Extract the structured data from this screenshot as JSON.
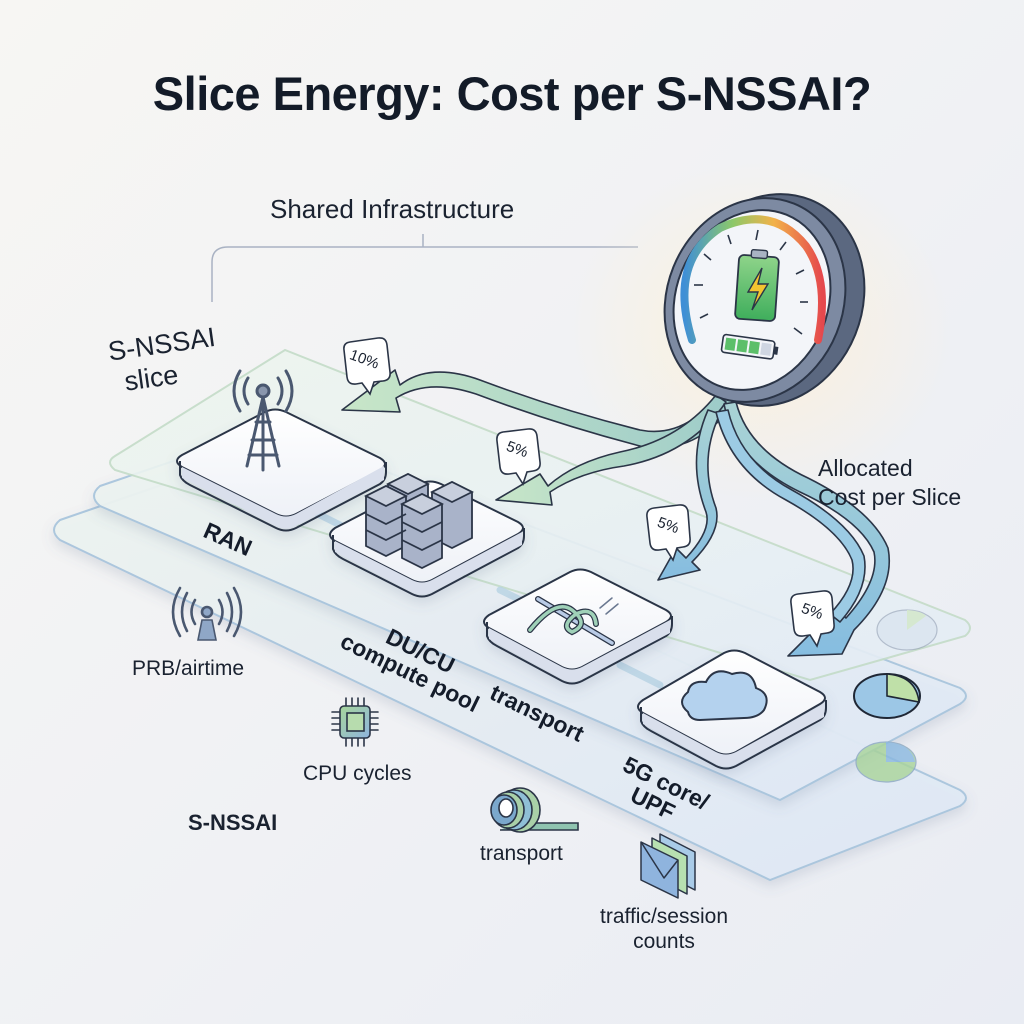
{
  "title": "Slice Energy: Cost per S-NSSAI?",
  "labels": {
    "shared_infrastructure": "Shared Infrastructure",
    "snssai_slice_line1": "S-NSSAI",
    "snssai_slice_line2": "slice",
    "allocated_line1": "Allocated",
    "allocated_line2": "Cost per Slice",
    "snssai_bottom": "S-NSSAI"
  },
  "nodes": [
    {
      "id": "ran",
      "label": "RAN",
      "icon": "cell-tower-icon"
    },
    {
      "id": "du_cu",
      "label_line1": "DU/CU",
      "label_line2": "compute pool",
      "icon": "server-stack-icon"
    },
    {
      "id": "transport",
      "label": "transport",
      "icon": "fiber-knot-icon"
    },
    {
      "id": "core",
      "label_line1": "5G core/",
      "label_line2": "UPF",
      "icon": "cloud-icon"
    }
  ],
  "allocations": [
    {
      "target": "ran",
      "percent": "10%"
    },
    {
      "target": "du_cu",
      "percent": "5%"
    },
    {
      "target": "transport",
      "percent": "5%"
    },
    {
      "target": "core",
      "percent": "5%"
    }
  ],
  "metrics": [
    {
      "id": "prb",
      "label": "PRB/airtime",
      "icon": "radio-signal-icon"
    },
    {
      "id": "cpu",
      "label": "CPU cycles",
      "icon": "cpu-chip-icon"
    },
    {
      "id": "transport",
      "label": "transport",
      "icon": "fiber-coil-icon"
    },
    {
      "id": "traffic",
      "label_line1": "traffic/session",
      "label_line2": "counts",
      "icon": "envelope-stack-icon"
    }
  ],
  "meter": {
    "icon": "energy-gauge-icon",
    "battery_segments_filled": 3,
    "battery_segments_total": 4
  },
  "slice_pies": [
    {
      "layer": "top",
      "share_pct": 12
    },
    {
      "layer": "middle",
      "share_pct": 30
    },
    {
      "layer": "bottom",
      "share_pct": 75
    }
  ],
  "colors": {
    "arrow_green": "#b9dcbf",
    "arrow_blue": "#8fc1de",
    "outline": "#2b3547",
    "pie_blue": "#9cc7e6",
    "pie_green": "#bfe0a8",
    "gauge_blue": "#3f8fd6",
    "gauge_green": "#8cc86a",
    "gauge_orange": "#f2a24a",
    "gauge_red": "#e5484d"
  }
}
